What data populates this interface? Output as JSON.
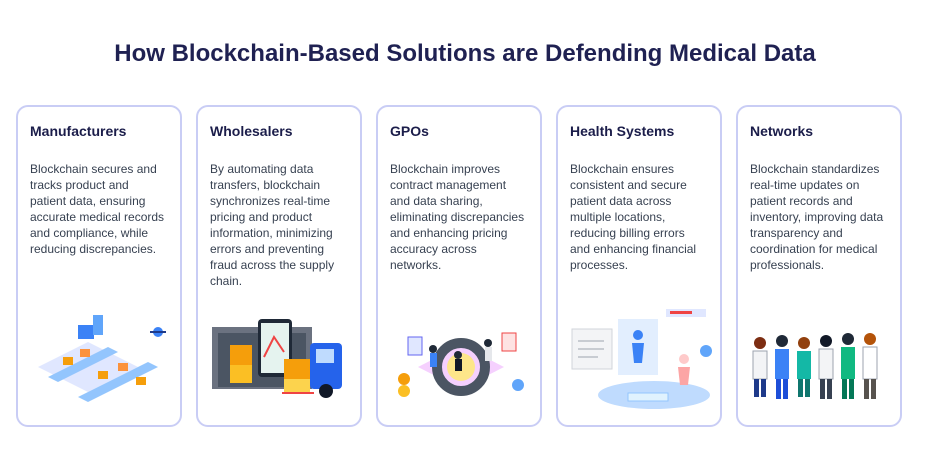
{
  "title": "How Blockchain-Based Solutions are Defending Medical Data",
  "cards": [
    {
      "heading": "Manufacturers",
      "body": "Blockchain secures and tracks product and patient data, ensuring accurate medical records and compliance, while reducing discrepancies.",
      "illustration": "factory-conveyor-illustration"
    },
    {
      "heading": "Wholesalers",
      "body": "By automating data transfers, blockchain synchronizes real-time pricing and product information, minimizing errors and preventing fraud across the supply chain.",
      "illustration": "delivery-truck-illustration"
    },
    {
      "heading": "GPOs",
      "body": "Blockchain improves contract management and data sharing, eliminating discrepancies and enhancing pricing accuracy across networks.",
      "illustration": "data-sharing-illustration"
    },
    {
      "heading": "Health Systems",
      "body": "Blockchain ensures consistent and secure patient data across multiple locations, reducing billing errors and enhancing financial processes.",
      "illustration": "health-hologram-illustration"
    },
    {
      "heading": "Networks",
      "body": "Blockchain standardizes real-time updates on patient records and inventory, improving data transparency and coordination for medical professionals.",
      "illustration": "medical-staff-illustration"
    }
  ],
  "colors": {
    "title": "#1f2152",
    "card_border": "#c9cdf5",
    "accent_blue": "#3b82f6",
    "accent_orange": "#f59e0b",
    "accent_red": "#ef4444"
  }
}
